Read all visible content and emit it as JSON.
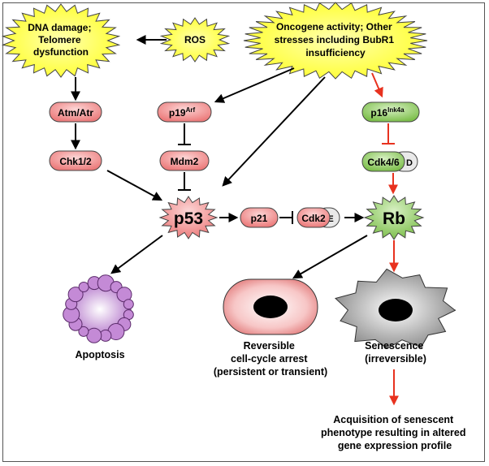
{
  "nodes": {
    "dna_damage": [
      "DNA damage;",
      "Telomere",
      "dysfunction"
    ],
    "ros": "ROS",
    "oncogene": [
      "Oncogene activity; Other",
      "stresses including BubR1",
      "insufficiency"
    ],
    "atm_atr": "Atm/Atr",
    "chk": "Chk1/2",
    "p19_base": "p19",
    "p19_sup": "Arf",
    "mdm2": "Mdm2",
    "p53": "p53",
    "p21": "p21",
    "cdk2": "Cdk2",
    "cdk2_partner": "E",
    "p16_base": "p16",
    "p16_sup": "Ink4a",
    "cdk46": "Cdk4/6",
    "cdk46_partner": "D",
    "rb": "Rb"
  },
  "outcomes": {
    "apoptosis": "Apoptosis",
    "reversible": [
      "Reversible",
      "cell-cycle arrest",
      "(persistent or transient)"
    ],
    "senescence": [
      "Senescence",
      "(irreversible)"
    ],
    "acquisition": [
      "Acquisition of senescent",
      "phenotype resulting in  altered",
      "gene expression profile"
    ]
  },
  "colors": {
    "starburst_yellow": "#ffff33",
    "red_node": "#f08585",
    "green_node": "#86c85a",
    "red_arrow": "#e8321f",
    "black_arrow": "#000000"
  }
}
